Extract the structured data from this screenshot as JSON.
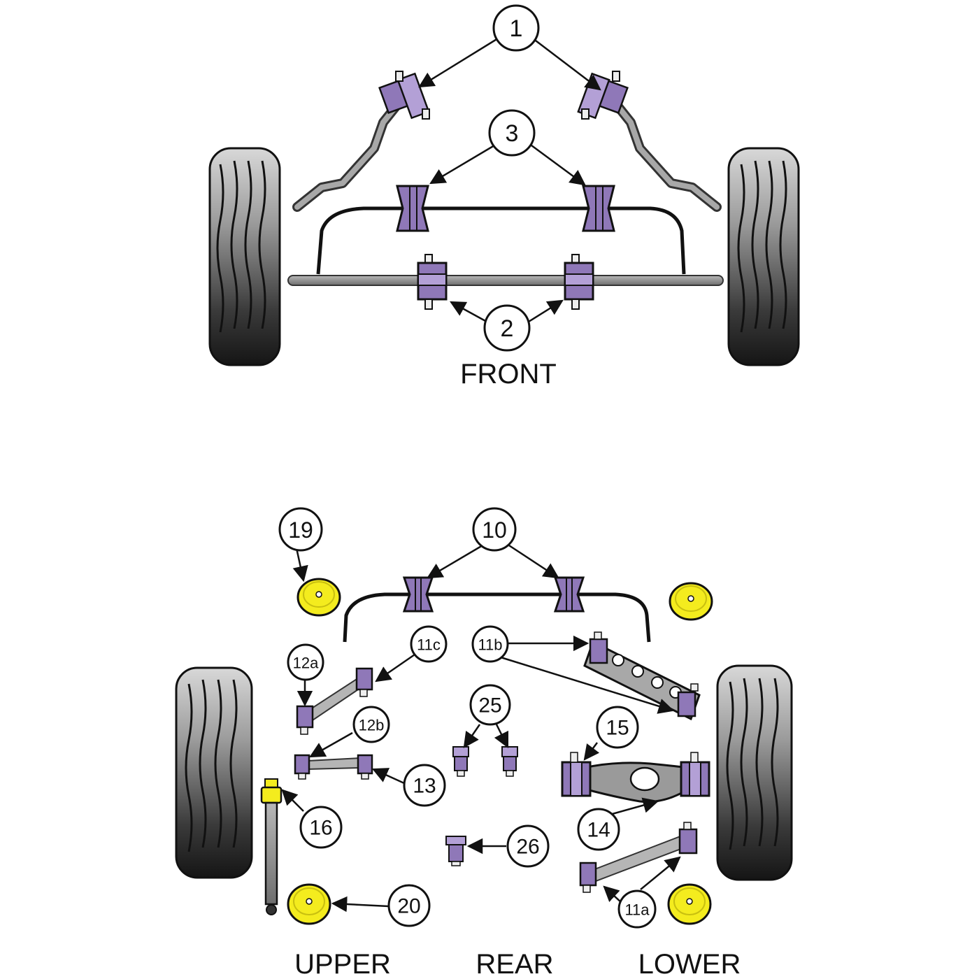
{
  "sections": {
    "front": "FRONT",
    "upper": "UPPER",
    "rear": "REAR",
    "lower": "LOWER"
  },
  "callouts": {
    "c1": "1",
    "c2": "2",
    "c3": "3",
    "c10": "10",
    "c11a": "11a",
    "c11b": "11b",
    "c11c": "11c",
    "c12a": "12a",
    "c12b": "12b",
    "c13": "13",
    "c14": "14",
    "c15": "15",
    "c16": "16",
    "c19": "19",
    "c20": "20",
    "c25": "25",
    "c26": "26"
  },
  "colors": {
    "bush": "#8f78b8",
    "bush_dark": "#5e4d86",
    "bush_light": "#b3a0d6",
    "yellow": "#f4ec1e",
    "tyre_dark": "#1f1f1f",
    "tyre_light": "#c9c9c9",
    "bar": "#8a8a8a",
    "line": "#111111"
  }
}
